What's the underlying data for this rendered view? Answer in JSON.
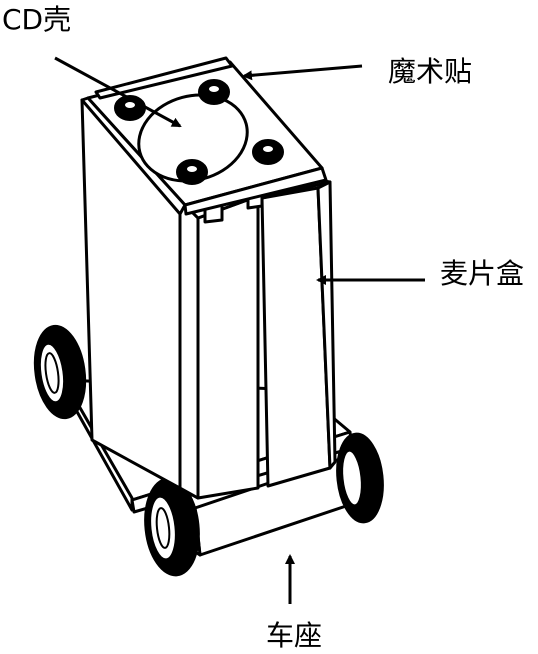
{
  "labels": {
    "cd_case": "CD壳",
    "velcro": "魔术贴",
    "cereal_box": "麦片盒",
    "base": "车座"
  },
  "colors": {
    "ink": "#000000",
    "paper": "#ffffff"
  }
}
